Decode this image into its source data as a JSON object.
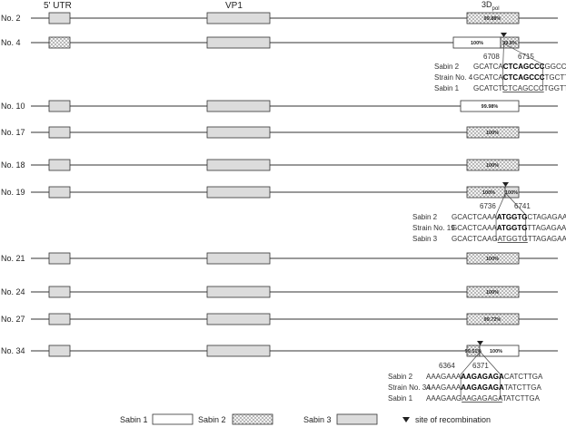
{
  "header": {
    "utr_label": "5' UTR",
    "vp1_label": "VP1",
    "pol_label": "3D",
    "pol_subscript": "pol"
  },
  "strains": [
    {
      "id": "No. 2",
      "pct": "99.88%"
    },
    {
      "id": "No. 4",
      "pct1": "100%",
      "pct2": "99.8%"
    },
    {
      "id": "No. 10",
      "pct": "99.98%"
    },
    {
      "id": "No. 17",
      "pct": "100%"
    },
    {
      "id": "No. 18",
      "pct": "100%"
    },
    {
      "id": "No. 19",
      "pct1": "100%",
      "pct2": "100%"
    },
    {
      "id": "No. 21",
      "pct": "100%"
    },
    {
      "id": "No. 24",
      "pct": "100%"
    },
    {
      "id": "No. 27",
      "pct": "99.72%"
    },
    {
      "id": "No. 34",
      "pct1": "99.51%",
      "pct2": "100%"
    }
  ],
  "recombinations": [
    {
      "strain": "No. 4",
      "pos_start": "6708",
      "pos_end": "6715",
      "rows": [
        {
          "name": "Sabin 2",
          "pre": "GCATCA",
          "mid": "CTCAGCCC",
          "post": "GGCCTGGTT",
          "mid_style": "bold"
        },
        {
          "name": "Strain No. 4",
          "pre": "GCATCA",
          "mid": "CTCAGCCC",
          "post": "TGCTTGGTTC",
          "mid_style": "bold"
        },
        {
          "name": "Sabin 1",
          "pre": "GCATCT",
          "mid": "CTCAGCCC",
          "post": "TGGTTGGTTC",
          "mid_style": "underline"
        }
      ]
    },
    {
      "strain": "No. 19",
      "pos_start": "6736",
      "pos_end": "6741",
      "rows": [
        {
          "name": "Sabin 2",
          "pre": "GCACTCAAA",
          "mid": "ATGGTG",
          "post": "CTAGAGAA",
          "mid_style": "bold"
        },
        {
          "name": "Strain No. 19",
          "pre": "GCACTCAAA",
          "mid": "ATGGTG",
          "post": "TTAGAGAA",
          "mid_style": "bold"
        },
        {
          "name": "Sabin 3",
          "pre": "GCACTCAAG",
          "mid": "ATGGTG",
          "post": "TTAGAGAA",
          "mid_style": "underline"
        }
      ]
    },
    {
      "strain": "No. 34",
      "pos_start": "6364",
      "pos_end": "6371",
      "rows": [
        {
          "name": "Sabin 2",
          "pre": "AAAGAAA",
          "mid": "AAGAGAGA",
          "post": "CATCTTGA",
          "mid_style": "bold"
        },
        {
          "name": "Strain No. 34",
          "pre": "AAAGAAA",
          "mid": "AAGAGAGA",
          "post": "TATCTTGA",
          "mid_style": "bold"
        },
        {
          "name": "Sabin 1",
          "pre": "AAAGAAG",
          "mid": "AAGAGAGA",
          "post": "TATCTTGA",
          "mid_style": "underline"
        }
      ]
    }
  ],
  "legend": {
    "sabin1": "Sabin 1",
    "sabin2": "Sabin 2",
    "sabin3": "Sabin 3",
    "recomb": "site of recombination"
  },
  "colors": {
    "sabin1_fill": "#ffffff",
    "sabin3_fill": "#dcdcdc",
    "line": "#333333"
  }
}
